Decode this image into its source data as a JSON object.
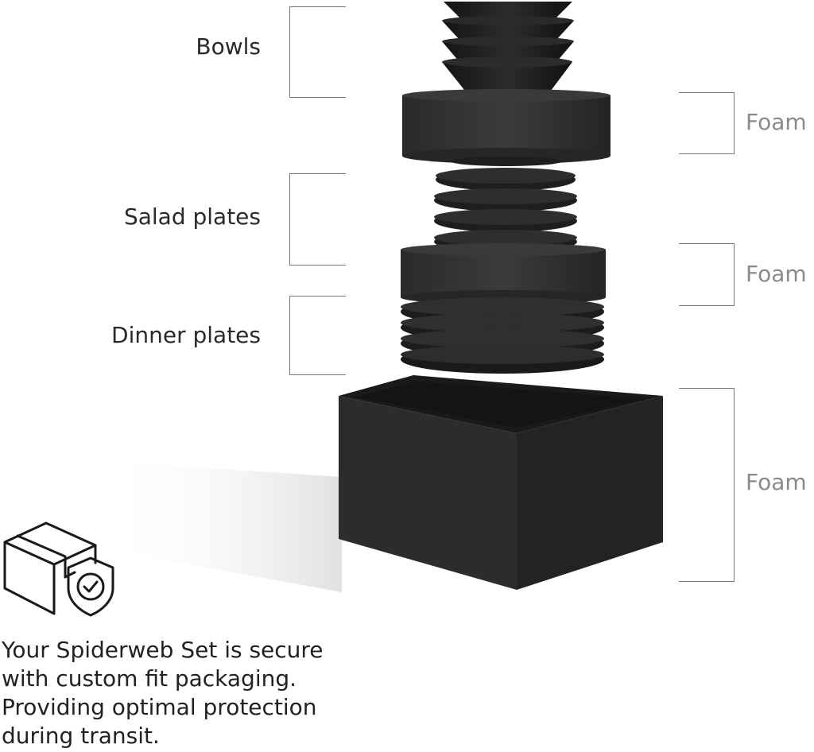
{
  "labels_left": {
    "bowls": "Bowls",
    "salad_plates": "Salad plates",
    "dinner_plates": "Dinner plates"
  },
  "labels_right": {
    "foam_1": "Foam",
    "foam_2": "Foam",
    "foam_3": "Foam"
  },
  "caption": {
    "line_1": "Your Spiderweb Set is secure",
    "line_2": "with custom fit packaging.",
    "line_3": "Providing optimal protection",
    "line_4": "during transit."
  },
  "icons": {
    "package": "package-shield-icon"
  },
  "colors": {
    "dish": "#1c1c1c",
    "dish_edge": "#3a3a3a",
    "foam": "#2b2b2b",
    "bracket": "#777777"
  }
}
